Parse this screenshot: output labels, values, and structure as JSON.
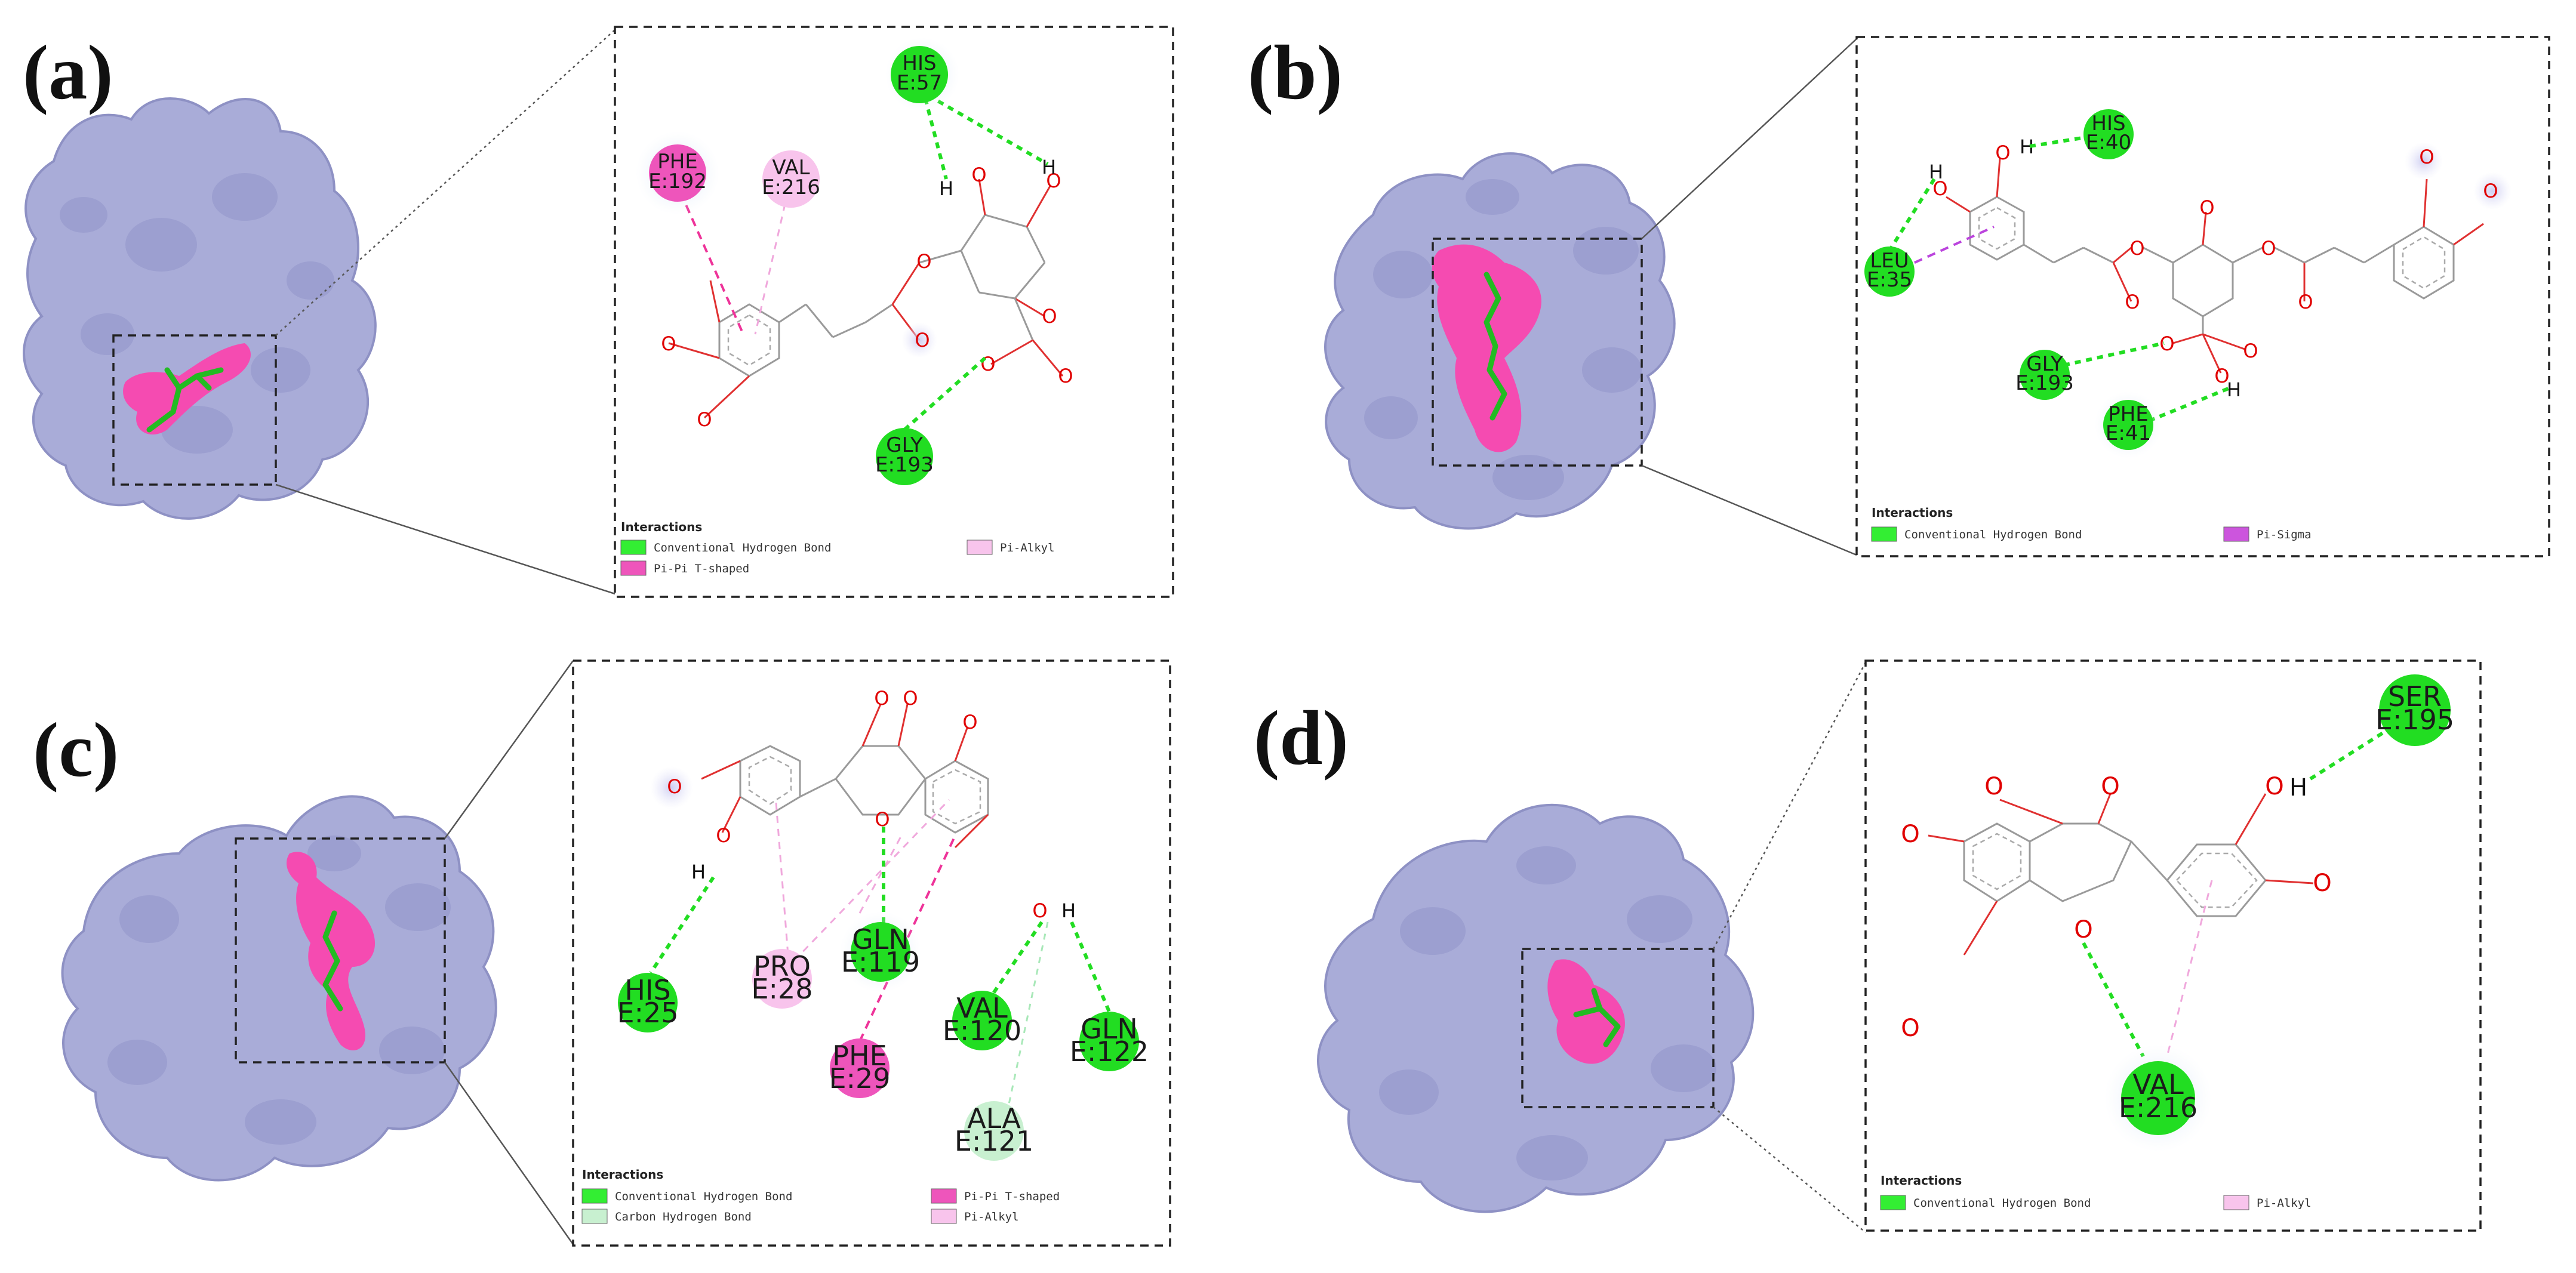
{
  "panels": {
    "a": {
      "label": "(a)",
      "legend_title": "Interactions",
      "legend": [
        {
          "text": "Conventional Hydrogen Bond",
          "color": "#33ee33"
        },
        {
          "text": "Pi-Alkyl",
          "color": "#f8c4ec"
        },
        {
          "text": "Pi-Pi T-shaped",
          "color": "#ee55bb"
        }
      ],
      "residues": [
        {
          "name": "HIS",
          "id": "E:57",
          "type": "hbond"
        },
        {
          "name": "PHE",
          "id": "E:192",
          "type": "pipi"
        },
        {
          "name": "VAL",
          "id": "E:216",
          "type": "pialkyl"
        },
        {
          "name": "GLY",
          "id": "E:193",
          "type": "hbond"
        }
      ]
    },
    "b": {
      "label": "(b)",
      "legend_title": "Interactions",
      "legend": [
        {
          "text": "Conventional Hydrogen Bond",
          "color": "#33ee33"
        },
        {
          "text": "Pi-Sigma",
          "color": "#cc55dd"
        }
      ],
      "residues": [
        {
          "name": "HIS",
          "id": "E:40",
          "type": "hbond"
        },
        {
          "name": "LEU",
          "id": "E:35",
          "type": "hbond"
        },
        {
          "name": "GLY",
          "id": "E:193",
          "type": "hbond"
        },
        {
          "name": "PHE",
          "id": "E:41",
          "type": "hbond"
        }
      ]
    },
    "c": {
      "label": "(c)",
      "legend_title": "Interactions",
      "legend": [
        {
          "text": "Conventional Hydrogen Bond",
          "color": "#33ee33"
        },
        {
          "text": "Carbon Hydrogen Bond",
          "color": "#c8f0d0"
        },
        {
          "text": "Pi-Pi T-shaped",
          "color": "#ee55bb"
        },
        {
          "text": "Pi-Alkyl",
          "color": "#f8c4ec"
        }
      ],
      "residues": [
        {
          "name": "HIS",
          "id": "E:25",
          "type": "hbond"
        },
        {
          "name": "PRO",
          "id": "E:28",
          "type": "pialkyl"
        },
        {
          "name": "GLN",
          "id": "E:119",
          "type": "hbond"
        },
        {
          "name": "PHE",
          "id": "E:29",
          "type": "pipi"
        },
        {
          "name": "VAL",
          "id": "E:120",
          "type": "hbond"
        },
        {
          "name": "GLN",
          "id": "E:122",
          "type": "hbond"
        },
        {
          "name": "ALA",
          "id": "E:121",
          "type": "carbonhbond"
        }
      ]
    },
    "d": {
      "label": "(d)",
      "legend_title": "Interactions",
      "legend": [
        {
          "text": "Conventional Hydrogen Bond",
          "color": "#33ee33"
        },
        {
          "text": "Pi-Alkyl",
          "color": "#f8c4ec"
        }
      ],
      "residues": [
        {
          "name": "SER",
          "id": "E:195",
          "type": "hbond"
        },
        {
          "name": "VAL",
          "id": "E:216",
          "type": "hbond"
        }
      ]
    }
  },
  "atoms": {
    "oxygen": "O",
    "hydrogen": "H"
  },
  "colors": {
    "hbond": "#22dd22",
    "pipi": "#ee3399",
    "pialkyl": "#f0a8dc",
    "pisigma": "#bb44dd",
    "carbonhbond": "#a8e8b8",
    "protein_surface": "#a9acd8",
    "binding_site": "#f54bb1",
    "ligand": "#22bb22",
    "oxygen": "#e00000"
  }
}
